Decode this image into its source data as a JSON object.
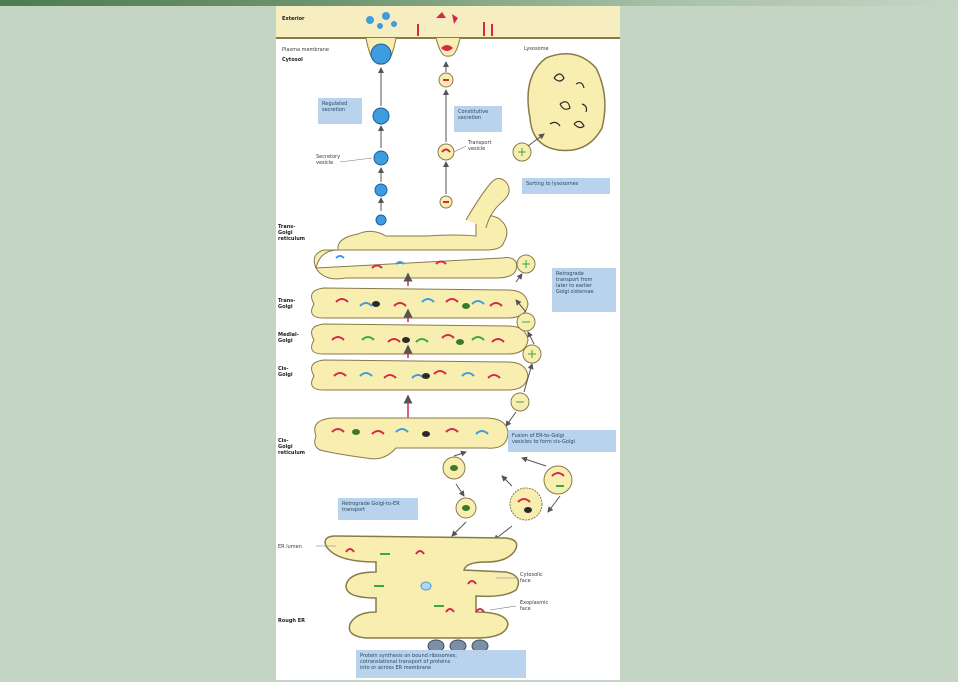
{
  "labels": {
    "exterior": "Exterior",
    "plasma_membrane": "Plasma membrane",
    "cytosol": "Cytosol",
    "lysosome": "Lysosome",
    "secretory_vesicle": "Secretory\nvesicle",
    "transport_vesicle": "Transport\nvesicle",
    "trans_golgi_reticulum": "Trans-\nGolgi\nreticulum",
    "trans_golgi": "Trans-\nGolgi",
    "medial_golgi": "Medial-\nGolgi",
    "cis_golgi": "Cis-\nGolgi",
    "cis_golgi_reticulum": "Cis-\nGolgi\nreticulum",
    "er_lumen": "ER lumen",
    "rough_er": "Rough ER",
    "cytosolic_face": "Cytosolic\nface",
    "exoplasmic_face": "Exoplasmic\nface"
  },
  "boxes": {
    "regulated": "Regulated\nsecretion",
    "constitutive": "Constitutive\nsecretion",
    "sorting": "Sorting to lysosomes",
    "retrograde_golgi": "Retrograde\ntransport from\nlater to earlier\nGolgi cisternae",
    "fusion": "Fusion of ER-to-Golgi\nvesicles to form cis-Golgi",
    "retrograde_er": "Retrograde Golgi-to-ER\ntransport",
    "synthesis": "Protein synthesis on bound ribosomes;\ncotranslational transport of proteins\ninto or across ER membrane"
  },
  "colors": {
    "slide_bg": "#c4d5c4",
    "top_bar": "#4e7b52",
    "organelle_fill": "#f7eeb0",
    "membrane": "#8a7a4a",
    "secretory_vesicle": "#3d9de0",
    "protein_red": "#d8284a",
    "protein_green": "#3aa84a",
    "label_box": "#b9d3ec",
    "arrow": "#555555"
  }
}
